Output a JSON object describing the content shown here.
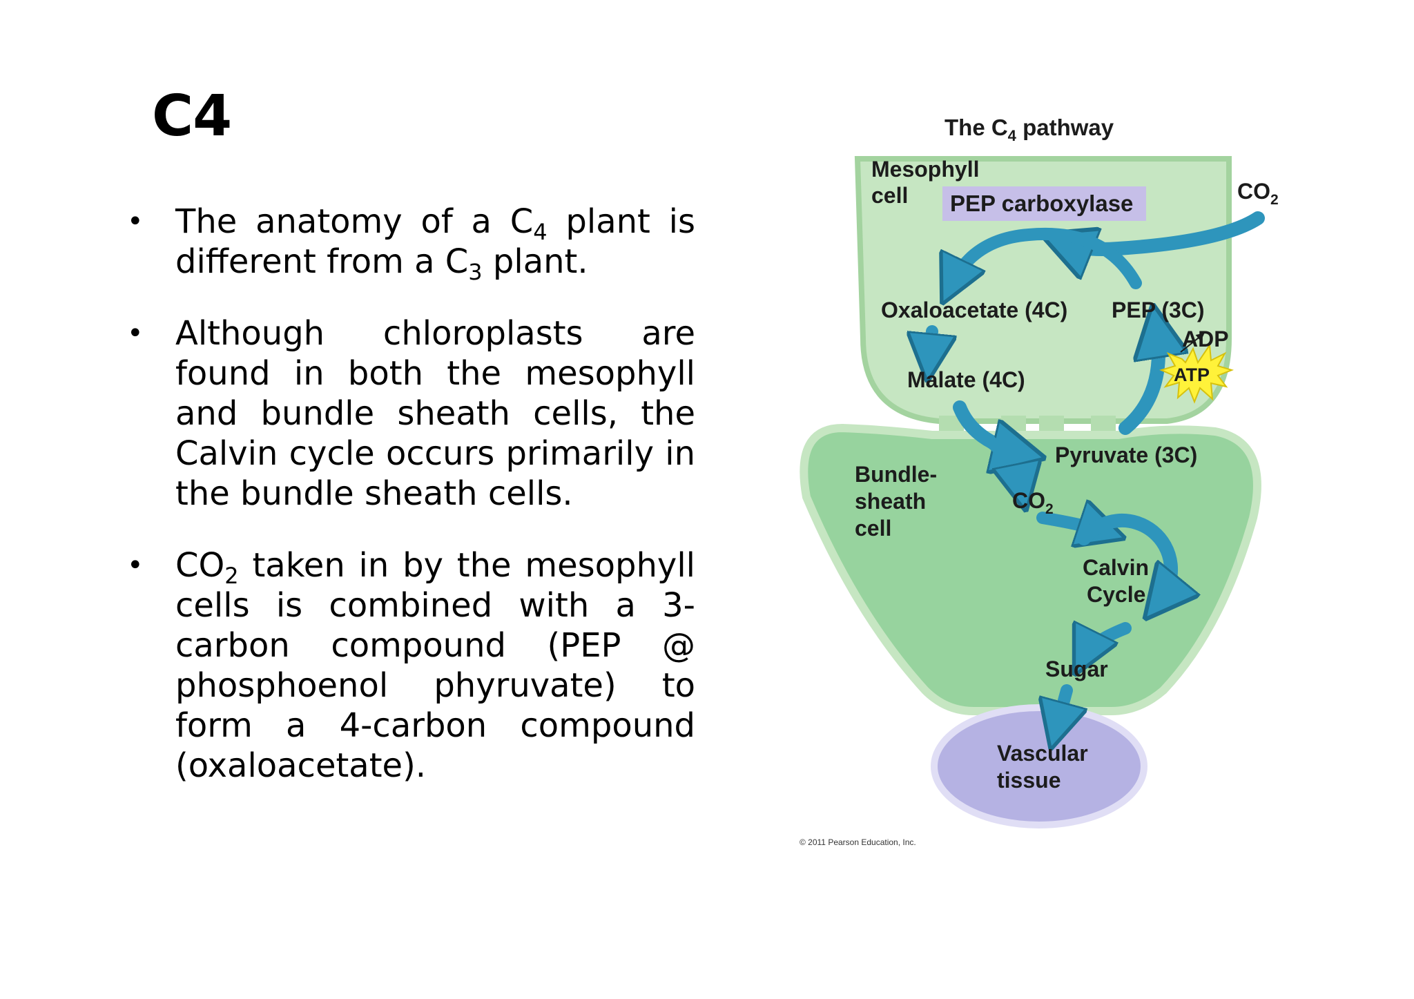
{
  "slide": {
    "title": "C4",
    "bullets": [
      {
        "pre": "The anatomy of a C",
        "sub1": "4",
        "mid": " plant is different from a C",
        "sub2": "3",
        "post": " plant."
      },
      {
        "text": "Although chloroplasts are found in both the mesophyll and bundle sheath cells, the Calvin cycle occurs primarily in the bundle sheath cells."
      },
      {
        "pre": "CO",
        "sub1": "2",
        "post": " taken in by the mesophyll cells is combined with a 3-carbon compound (PEP @ phosphoenol phyruvate) to form a 4-carbon compound (oxaloacetate)."
      }
    ]
  },
  "diagram": {
    "title_pre": "The C",
    "title_sub": "4",
    "title_post": " pathway",
    "mesophyll_line1": "Mesophyll",
    "mesophyll_line2": "cell",
    "enzyme": "PEP carboxylase",
    "co2_in": "CO",
    "co2_in_sub": "2",
    "oxaloacetate": "Oxaloacetate (4C)",
    "pep": "PEP (3C)",
    "adp": "ADP",
    "atp": "ATP",
    "malate": "Malate (4C)",
    "pyruvate": "Pyruvate (3C)",
    "bundle_line1": "Bundle-",
    "bundle_line2": "sheath",
    "bundle_line3": "cell",
    "co2_bundle": "CO",
    "co2_bundle_sub": "2",
    "calvin_line1": "Calvin",
    "calvin_line2": "Cycle",
    "sugar": "Sugar",
    "vascular_line1": "Vascular",
    "vascular_line2": "tissue",
    "copyright": "© 2011 Pearson Education, Inc.",
    "colors": {
      "mesophyll_fill": "#c6e6c2",
      "bundle_fill": "#97d39e",
      "arrow": "#2e95bc",
      "enzyme_box": "#c6bfe8",
      "vascular_fill": "#b5b2e3",
      "atp_burst": "#fff23a"
    }
  }
}
